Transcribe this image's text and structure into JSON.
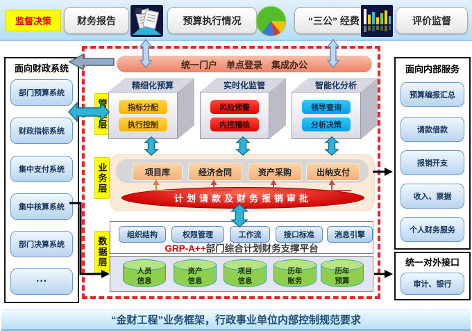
{
  "top_bar": {
    "decision_label": "监督决策",
    "buttons": [
      "财务报告",
      "预算执行情况",
      "“三公” 经费",
      "评价监督"
    ],
    "icons": [
      "report-document-icon",
      "pie-chart-icon",
      "bar-chart-icon"
    ]
  },
  "left_panel": {
    "title": "面向财政系统",
    "items": [
      "部门预算系统",
      "财政指标系统",
      "集中支付系统",
      "集中核算系统",
      "部门决算系统",
      "···"
    ]
  },
  "right_panel": {
    "title": "面向内部服务",
    "items": [
      "预算编报汇总",
      "请款借款",
      "报销开支",
      "收入、票据",
      "个人财务服务"
    ]
  },
  "external_panel": {
    "title": "统一对外接口",
    "items": [
      "审计、银行"
    ]
  },
  "portal_bar": {
    "label": "统一门户　单点登录　集成办公"
  },
  "management_layer": {
    "label": "管理层",
    "boxes": [
      {
        "title": "精细化预算",
        "items": [
          "指标分配",
          "执行控制"
        ]
      },
      {
        "title": "实时化监管",
        "items": [
          "风险预警",
          "内控稽核"
        ]
      },
      {
        "title": "智能化分析",
        "items": [
          "领导查询",
          "分析决策"
        ]
      }
    ]
  },
  "business_layer": {
    "label": "业务层",
    "modules": [
      "项目库",
      "经济合同",
      "资产采购",
      "出纳支付"
    ],
    "approval_label": "计划请款及财务报销审批"
  },
  "data_layer": {
    "label": "数据层",
    "services": [
      "组织结构",
      "权限管理",
      "工作流",
      "接口标准",
      "消息引擎"
    ],
    "platform_prefix": "GRP-A++",
    "platform_name": "部门综合计划财务支撑平台",
    "databases": [
      {
        "line1": "人员",
        "line2": "信息"
      },
      {
        "line1": "资产",
        "line2": "信息"
      },
      {
        "line1": "项目",
        "line2": "信息"
      },
      {
        "line1": "历年",
        "line2": "账务"
      },
      {
        "line1": "历年",
        "line2": "预算"
      }
    ]
  },
  "footer": {
    "label": "“金财工程”业务框架，行政事业单位内部控制规范要求"
  },
  "colors": {
    "frame_red": "#e8242c",
    "layer_label_yellow": "#ffff00",
    "warning_red": "#fe0000",
    "highlight_amber": "#ffc000",
    "info_cyan": "#00b0f0",
    "approval_red": "#d40000",
    "database_green": "#8ed04d",
    "topbar_blue": "#b6dcf3"
  }
}
